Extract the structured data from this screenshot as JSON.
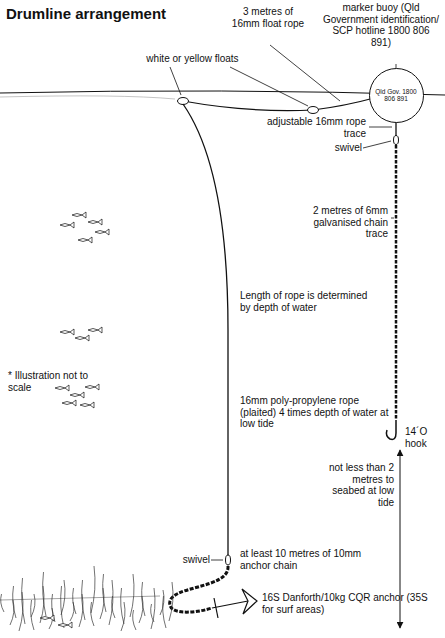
{
  "diagram": {
    "title": "Drumline arrangement",
    "nodes": [
      {
        "text": [
          "Qld Gov. 1800 806 891"
        ]
      }
    ],
    "labels": [
      "3 metres of 16mm float rope",
      "marker buoy (Qld Government identification/ SCP hotline 1800 806 891)",
      "white or yellow floats",
      "adjustable 16mm rope trace",
      "swivel",
      "2 metres of 6mm galvanised chain trace",
      "14´O hook",
      "Length of rope is determined by depth of water",
      "16mm poly-propylene rope (plaited) 4 times depth of water at low tide",
      "* Illustration not to scale",
      "swivel",
      "at least 10 metres of 10mm anchor chain",
      "16S Danforth/10kg CQR anchor (35S for surf areas)",
      "not less than 2 metres to seabed at low tide"
    ]
  }
}
